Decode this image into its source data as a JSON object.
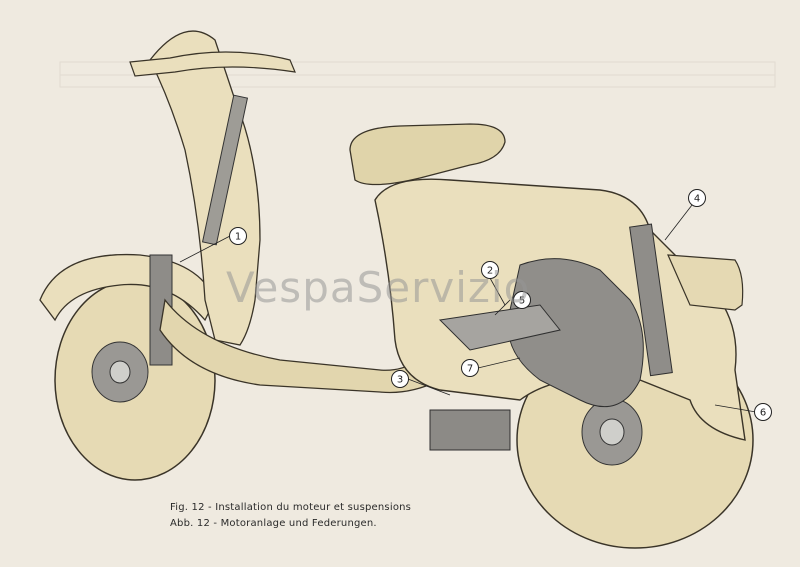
{
  "watermark": "VespaServizio",
  "caption": {
    "line1": "Fig.  12 - Installation du moteur et suspensions",
    "line2": "Abb. 12 - Motoranlage  und  Federungen."
  },
  "callouts": [
    "1",
    "2",
    "3",
    "4",
    "5",
    "6",
    "7"
  ],
  "colors": {
    "paper": "#efeae0",
    "body": "#eadfbd",
    "outline": "#3a3428",
    "mechanics": "#8a8a88"
  }
}
